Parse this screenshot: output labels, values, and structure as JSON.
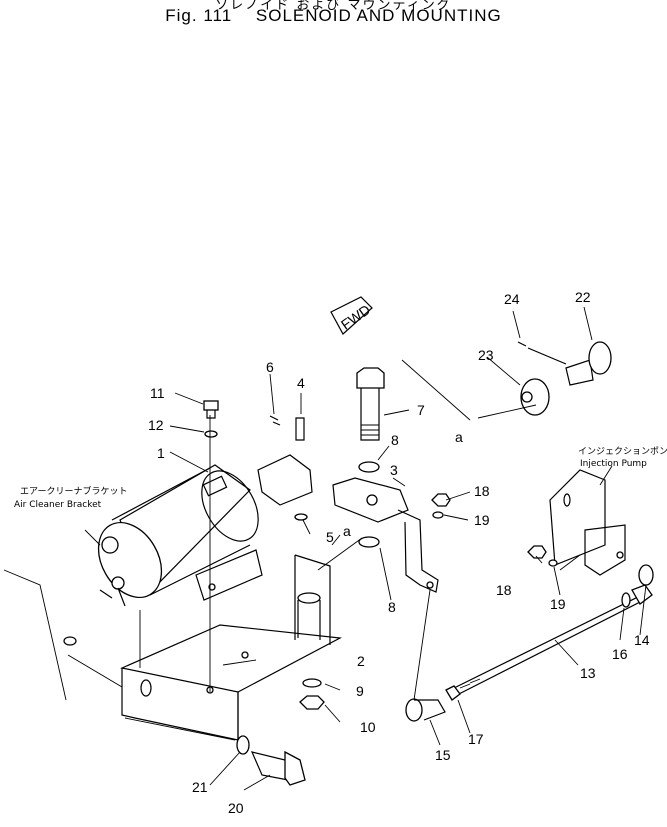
{
  "header": {
    "title_jp": "ソレノイド および マウンティング",
    "fig_label": "Fig. 111",
    "fig_title": "SOLENOID AND MOUNTING"
  },
  "diagram": {
    "direction_badge": "FWD",
    "view_markers": [
      "a",
      "a"
    ],
    "notes": {
      "air_cleaner_jp": "エアークリーナブラケット",
      "air_cleaner_en": "Air Cleaner Bracket",
      "injection_pump_jp": "インジェクションポンプ",
      "injection_pump_en": "Injection Pump"
    },
    "callouts": {
      "c1": "1",
      "c2": "2",
      "c3": "3",
      "c4": "4",
      "c5": "5",
      "c6": "6",
      "c7": "7",
      "c8a": "8",
      "c8b": "8",
      "c9": "9",
      "c10": "10",
      "c11": "11",
      "c12": "12",
      "c13": "13",
      "c14": "14",
      "c15": "15",
      "c16": "16",
      "c17": "17",
      "c18a": "18",
      "c18b": "18",
      "c19a": "19",
      "c19b": "19",
      "c20": "20",
      "c21": "21",
      "c22": "22",
      "c23": "23",
      "c24": "24"
    }
  }
}
